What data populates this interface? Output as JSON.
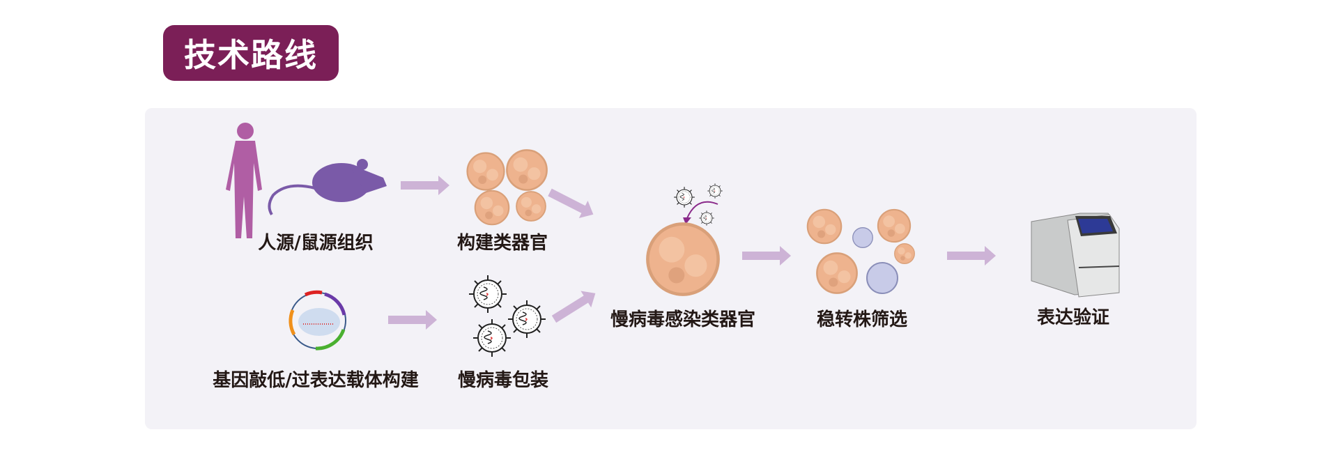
{
  "header": {
    "title": "技术路线"
  },
  "steps": {
    "tissue": "人源/鼠源组织",
    "organoid": "构建类器官",
    "infect": "慢病毒感染类器官",
    "vector": "基因敲低/过表达载体构建",
    "package": "慢病毒包装",
    "screen": "稳转株筛选",
    "verify": "表达验证"
  },
  "colors": {
    "accent": "#7b1f57",
    "arrow": "#cdb3d6",
    "panel": "#f3f2f7",
    "organoid": "#eeb38e"
  }
}
